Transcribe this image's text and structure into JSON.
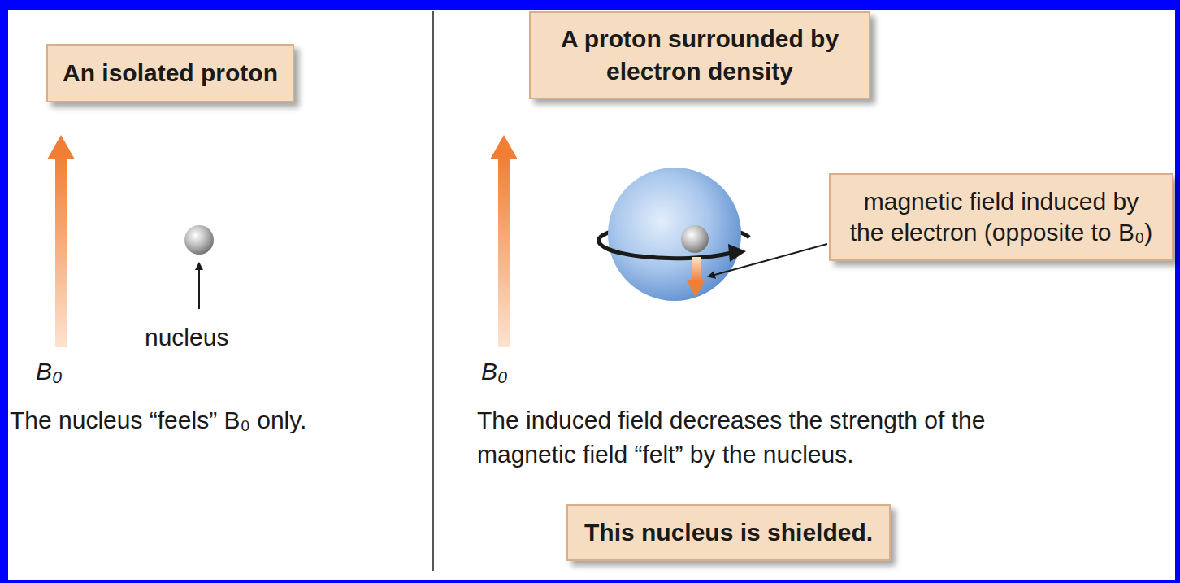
{
  "diagram": {
    "nodes": [
      {
        "text": [
          "An isolated proton"
        ]
      },
      {
        "text": [
          "A proton surrounded by electron density"
        ]
      },
      {
        "text": [
          "magnetic field induced by the electron (opposite to B₀)"
        ]
      },
      {
        "text": [
          "This nucleus is shielded."
        ]
      }
    ],
    "labels": [
      "B₀",
      "nucleus",
      "The nucleus “feels” B₀ only.",
      "B₀",
      "The induced field decreases the strength of the magnetic field “felt” by the nucleus."
    ]
  }
}
